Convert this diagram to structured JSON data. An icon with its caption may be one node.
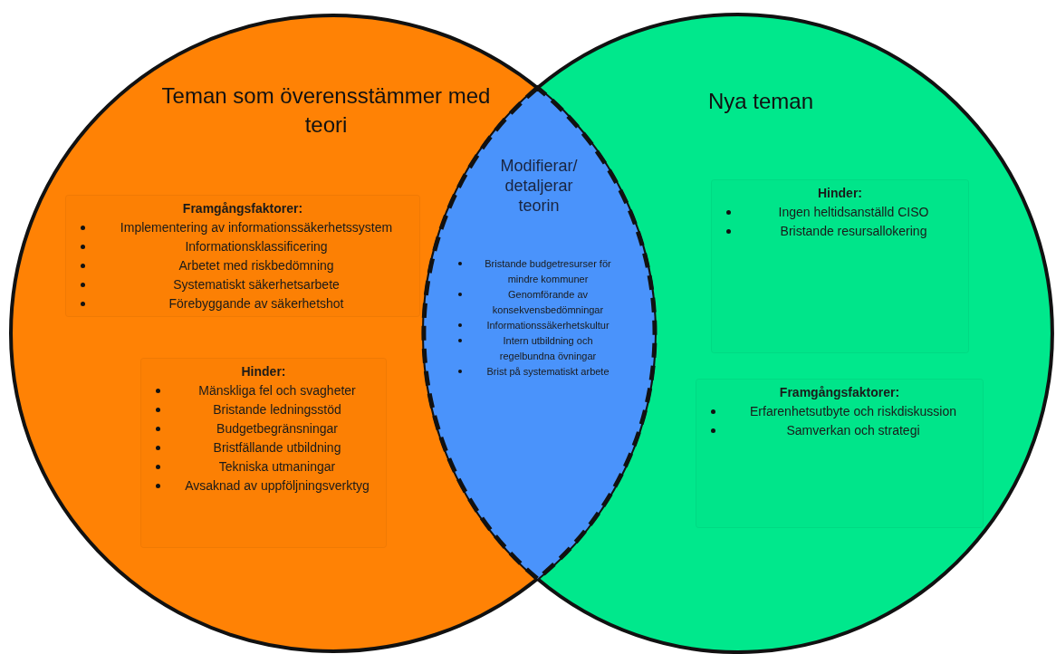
{
  "diagram": {
    "nodes": [
      {
        "text": [
          "Teman som överensstämmer med teori"
        ]
      },
      {
        "text": [
          "Framgångsfaktorer:",
          "Implementering av informationssäkerhetssystem",
          "Informationsklassificering",
          "Arbetet med riskbedömning",
          "Systematiskt säkerhetsarbete",
          "Förebyggande av säkerhetshot"
        ],
        "in": 0
      },
      {
        "text": [
          "Hinder:",
          "Mänskliga fel och svagheter",
          "Bristande ledningsstöd",
          "Budgetbegränsningar",
          "Bristfällande utbildning",
          "Tekniska utmaningar",
          "Avsaknad av uppföljningsverktyg"
        ],
        "in": 0
      },
      {
        "text": [
          "Nya teman"
        ]
      },
      {
        "text": [
          "Hinder:",
          "Ingen heltidsanställd CISO",
          "Bristande resursallokering"
        ],
        "in": 3
      },
      {
        "text": [
          "Framgångsfaktorer:",
          "Erfarenhetsutbyte och riskdiskussion",
          "Samverkan och strategi"
        ],
        "in": 3
      },
      {
        "text": [
          "Modifierar/ detaljerar teorin",
          "Bristande budgetresurser för mindre kommuner",
          "Genomförande av konsekvensbedömningar",
          "Informationssäkerhetskultur",
          "Intern utbildning och regelbundna övningar",
          "Brist på systematiskt arbete"
        ]
      }
    ]
  }
}
